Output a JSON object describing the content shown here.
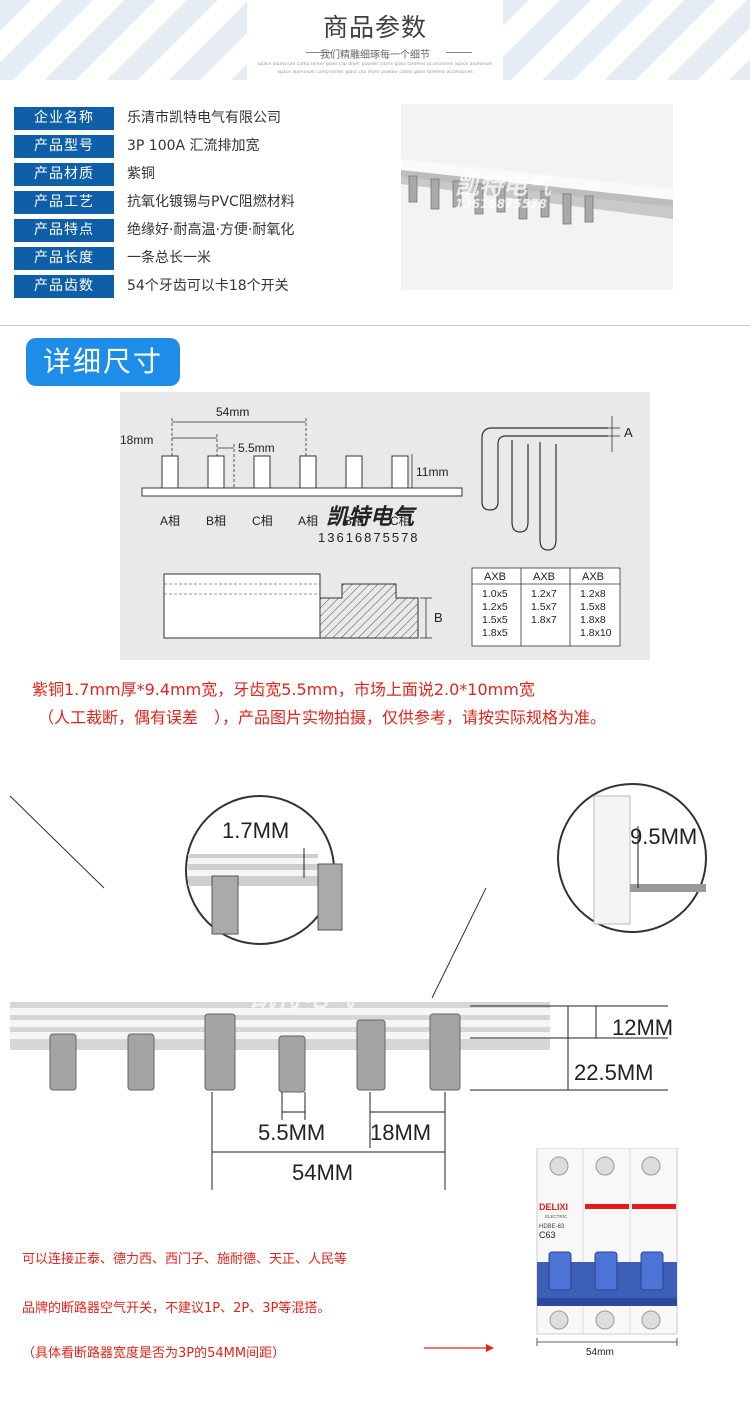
{
  "header": {
    "title": "商品参数",
    "subtitle": "我们精雕细琢每一个细节",
    "tiny_line_1": "Space aluminum camp tenter glass clip dryer powder clams glass tarefelis accessories Space aluminum",
    "tiny_line_2": "Space aluminum camp tenter glass clip dryer powder clams glass tarefelis accessories"
  },
  "specs": [
    {
      "label": "企业名称",
      "value": "乐清市凯特电气有限公司"
    },
    {
      "label": "产品型号",
      "value": "3P 100A 汇流排加宽"
    },
    {
      "label": "产品材质",
      "value": "紫铜"
    },
    {
      "label": "产品工艺",
      "value": "抗氧化镀锡与PVC阻燃材料"
    },
    {
      "label": "产品特点",
      "value": "绝缘好·耐高温·方便·耐氧化"
    },
    {
      "label": "产品长度",
      "value": " 一条总长一米"
    },
    {
      "label": "产品齿数",
      "value": "54个牙齿可以卡18个开关"
    }
  ],
  "photo_watermark": {
    "brand": "凯特电气",
    "phone": "13616875578"
  },
  "section_title": "详细尺寸",
  "drawing": {
    "dim_54": "54mm",
    "dim_18": "18mm",
    "dim_55": "5.5mm",
    "dim_11": "11mm",
    "phases": [
      "A相",
      "B相",
      "C相",
      "A相",
      "B相",
      "C相"
    ],
    "label_a": "A",
    "label_b": "B",
    "watermark_brand": "凯特电气",
    "watermark_phone": "13616875578",
    "table_header": [
      "AXB",
      "AXB",
      "AXB"
    ],
    "table_cols": [
      [
        "1.0x5",
        "1.2x5",
        "1.5x5",
        "1.8x5"
      ],
      [
        "1.2x7",
        "1.5x7",
        "1.8x7"
      ],
      [
        "1.2x8",
        "1.5x8",
        "1.8x8",
        "1.8x10"
      ]
    ]
  },
  "note": {
    "line1": "紫铜1.7mm厚*9.4mm宽，牙齿宽5.5mm，市场上面说2.0*10mm宽",
    "line2": "（人工裁断，偶有误差　），产品图片实物拍摄，仅供参考，请按实际规格为准。"
  },
  "photo2": {
    "zoom_thickness": "1.7MM",
    "zoom_width": "9.5MM",
    "dim_12": "12MM",
    "dim_225": "22.5MM",
    "dim_55": "5.5MM",
    "dim_18": "18MM",
    "dim_54": "54MM",
    "watermark_brand": "凯特电气"
  },
  "compat": {
    "line1": "可以连接正泰、德力西、西门子、施耐德、天正、人民等",
    "line2": "品牌的断路器空气开关，不建议1P、2P、3P等混搭。",
    "line3": "（具体看断路器宽度是否为3P的54MM间距）"
  },
  "breaker": {
    "brand": "DELIXI",
    "sub": "ELECTRIC",
    "model": "HDBE-63",
    "rating": "C63",
    "width_label": "54mm"
  }
}
